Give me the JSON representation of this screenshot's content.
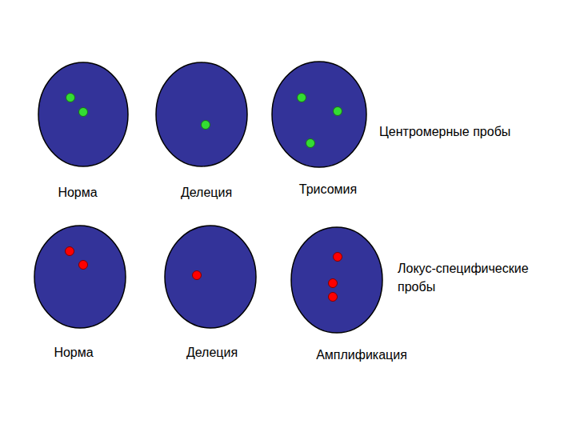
{
  "diagram": {
    "nodes": [
      {
        "text": [
          "Норма"
        ]
      },
      {
        "text": [
          "Делеция"
        ]
      },
      {
        "text": [
          "Трисомия"
        ]
      },
      {
        "text": [
          "Норма"
        ]
      },
      {
        "text": [
          "Делеция"
        ]
      },
      {
        "text": [
          "Амплификация"
        ]
      }
    ],
    "labels": [
      "Центромерные пробы",
      "Локус-специфические пробы"
    ]
  }
}
